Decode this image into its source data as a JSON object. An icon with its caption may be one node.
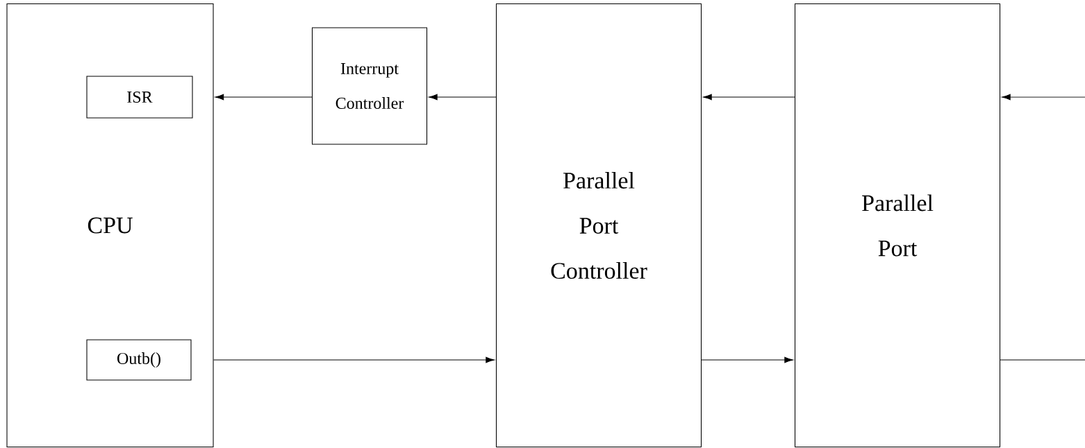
{
  "diagram": {
    "nodes": [
      {
        "text": [
          "CPU"
        ]
      },
      {
        "text": [
          "ISR"
        ],
        "in": 0
      },
      {
        "text": [
          "Outb()"
        ],
        "in": 0
      },
      {
        "text": [
          "Interrupt Controller"
        ]
      },
      {
        "text": [
          "Parallel Port Controller"
        ]
      },
      {
        "text": [
          "Parallel Port"
        ]
      }
    ],
    "edges": [
      {
        "from": 3,
        "to": 0,
        "arrow": "to"
      },
      {
        "from": 4,
        "to": 3,
        "arrow": "to"
      },
      {
        "from": 5,
        "to": 4,
        "arrow": "to"
      },
      {
        "from": null,
        "to": 5,
        "arrow": "to"
      },
      {
        "from": 0,
        "to": 4,
        "arrow": "to"
      },
      {
        "from": 4,
        "to": 5,
        "arrow": "to"
      },
      {
        "from": 5,
        "to": null,
        "arrow": "none"
      }
    ]
  }
}
